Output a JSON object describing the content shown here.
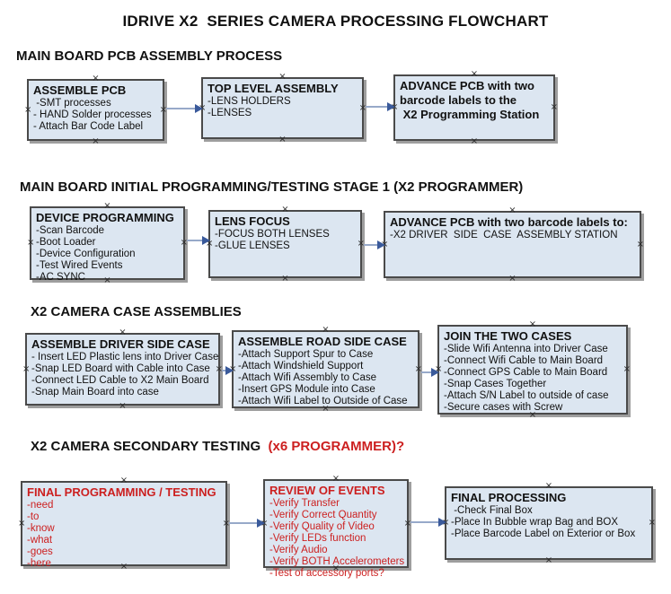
{
  "page": {
    "title": "IDRIVE X2  SERIES CAMERA PROCESSING FLOWCHART"
  },
  "colors": {
    "box_fill": "#dce6f1",
    "box_border": "#4a4a4a",
    "box_shadow": "#9e9e9e",
    "arrow_line": "#97a9c9",
    "arrow_head": "#3a5a9b",
    "red_text": "#cc1f1f",
    "black_text": "#111111"
  },
  "sections": [
    {
      "heading": "MAIN BOARD PCB ASSEMBLY PROCESS",
      "boxes": [
        {
          "title": "ASSEMBLE PCB",
          "items": [
            " -SMT processes",
            "- HAND Solder processes",
            "- Attach Bar Code Label"
          ]
        },
        {
          "title": "TOP LEVEL ASSEMBLY",
          "items": [
            "-LENS HOLDERS",
            "-LENSES"
          ]
        },
        {
          "title": "ADVANCE PCB with two\nbarcode labels to the\n X2 Programming Station",
          "items": []
        }
      ]
    },
    {
      "heading": "MAIN BOARD INITIAL PROGRAMMING/TESTING STAGE 1 (X2 PROGRAMMER)",
      "boxes": [
        {
          "title": "DEVICE PROGRAMMING",
          "items": [
            "-Scan Barcode",
            "-Boot Loader",
            "-Device Configuration",
            "-Test Wired Events",
            "-AC SYNC"
          ]
        },
        {
          "title": "LENS FOCUS",
          "items": [
            "-FOCUS BOTH LENSES",
            "-GLUE LENSES"
          ]
        },
        {
          "title": "ADVANCE PCB with two barcode labels to:",
          "items": [
            "-X2 DRIVER  SIDE  CASE  ASSEMBLY STATION"
          ]
        }
      ]
    },
    {
      "heading": "X2 CAMERA CASE ASSEMBLIES",
      "boxes": [
        {
          "title": "ASSEMBLE DRIVER SIDE CASE",
          "items": [
            "- Insert LED Plastic lens into Driver Case",
            "-Snap LED Board with Cable into Case",
            "-Connect LED Cable to X2 Main Board",
            "-Snap Main Board into case"
          ]
        },
        {
          "title": "ASSEMBLE ROAD SIDE CASE",
          "items": [
            "-Attach Support Spur to Case",
            "-Attach Windshield Support",
            "-Attach Wifi Assembly to Case",
            "-Insert GPS Module into Case",
            "-Attach Wifi Label to Outside of Case"
          ]
        },
        {
          "title": "JOIN THE TWO CASES",
          "items": [
            "-Slide Wifi Antenna into Driver Case",
            "-Connect Wifi Cable to Main Board",
            "-Connect GPS Cable to Main Board",
            "-Snap Cases Together",
            "-Attach S/N Label to outside of case",
            "-Secure cases with Screw"
          ]
        }
      ]
    },
    {
      "heading": "X2 CAMERA SECONDARY TESTING  ",
      "heading_red": "(x6 PROGRAMMER)?",
      "boxes": [
        {
          "title": "FINAL PROGRAMMING / TESTING",
          "items": [
            "-need",
            "-to",
            "-know",
            "-what",
            "-goes",
            "-here"
          ]
        },
        {
          "title": "REVIEW OF EVENTS",
          "items": [
            "-Verify Transfer",
            "-Verify Correct Quantity",
            "-Verify Quality of Video",
            "-Verify LEDs function",
            "-Verify Audio",
            "-Verify BOTH Accelerometers",
            "-Test of accessory ports?"
          ]
        },
        {
          "title": "FINAL PROCESSING",
          "items": [
            " -Check Final Box",
            "-Place In Bubble wrap Bag and BOX",
            "-Place Barcode Label on Exterior or Box"
          ]
        }
      ]
    }
  ]
}
